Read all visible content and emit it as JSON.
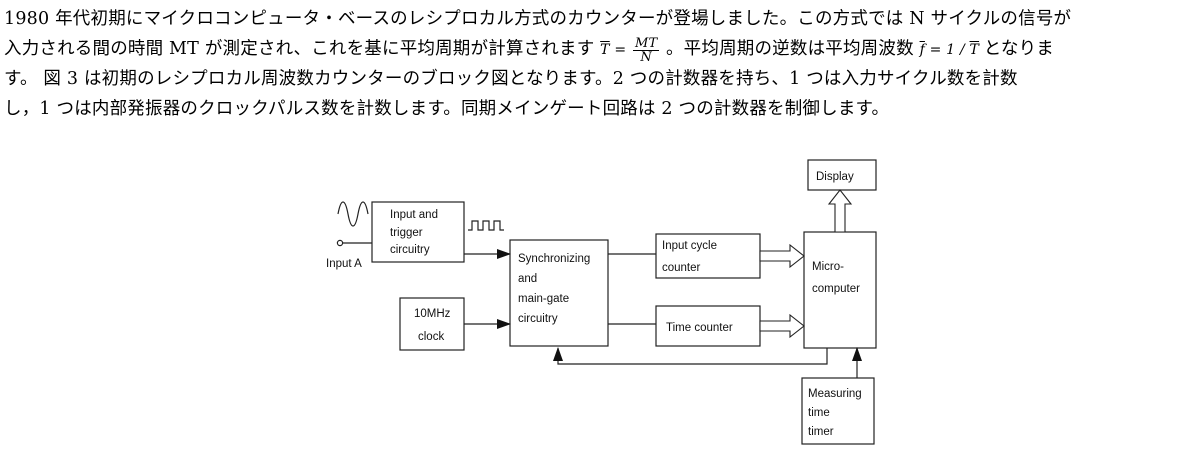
{
  "paragraph": {
    "line1": "1980 年代初期にマイクロコンピュータ・ベースのレシプロカル方式のカウンターが登場しました。この方式では N サイクルの信号が",
    "line2_before": "入力される間の時間 MT が測定され、これを基に平均周期が計算されます",
    "formula_T_lhs": "T",
    "formula_eq": " = ",
    "formula_num": "MT",
    "formula_den": "N",
    "line2_middle": "。平均周期の逆数は平均周波数",
    "formula_f": "f",
    "formula_f_rhs": " = 1 / ",
    "formula_f_T": "T",
    "line2_after": "となりま",
    "line3": "す。 図 3 は初期のレシプロカル周波数カウンターのブロック図となります。2 つの計数器を持ち、1 つは入力サイクル数を計数",
    "line4": "し，1 つは内部発振器のクロックパルス数を計数します。同期メインゲート回路は 2 つの計数器を制御します。"
  },
  "diagram": {
    "input_label": "Input A",
    "trigger_block": [
      "Input and",
      "trigger",
      "circuitry"
    ],
    "clock_block": [
      "10MHz",
      "clock"
    ],
    "sync_block": [
      "Synchronizing",
      "and",
      "main-gate",
      "circuitry"
    ],
    "input_counter_block": [
      "Input cycle",
      "counter"
    ],
    "time_counter_block": [
      "Time counter"
    ],
    "micro_block": [
      "Micro-",
      "computer"
    ],
    "display_block": [
      "Display"
    ],
    "timer_block": [
      "Measuring",
      "time",
      "timer"
    ]
  }
}
